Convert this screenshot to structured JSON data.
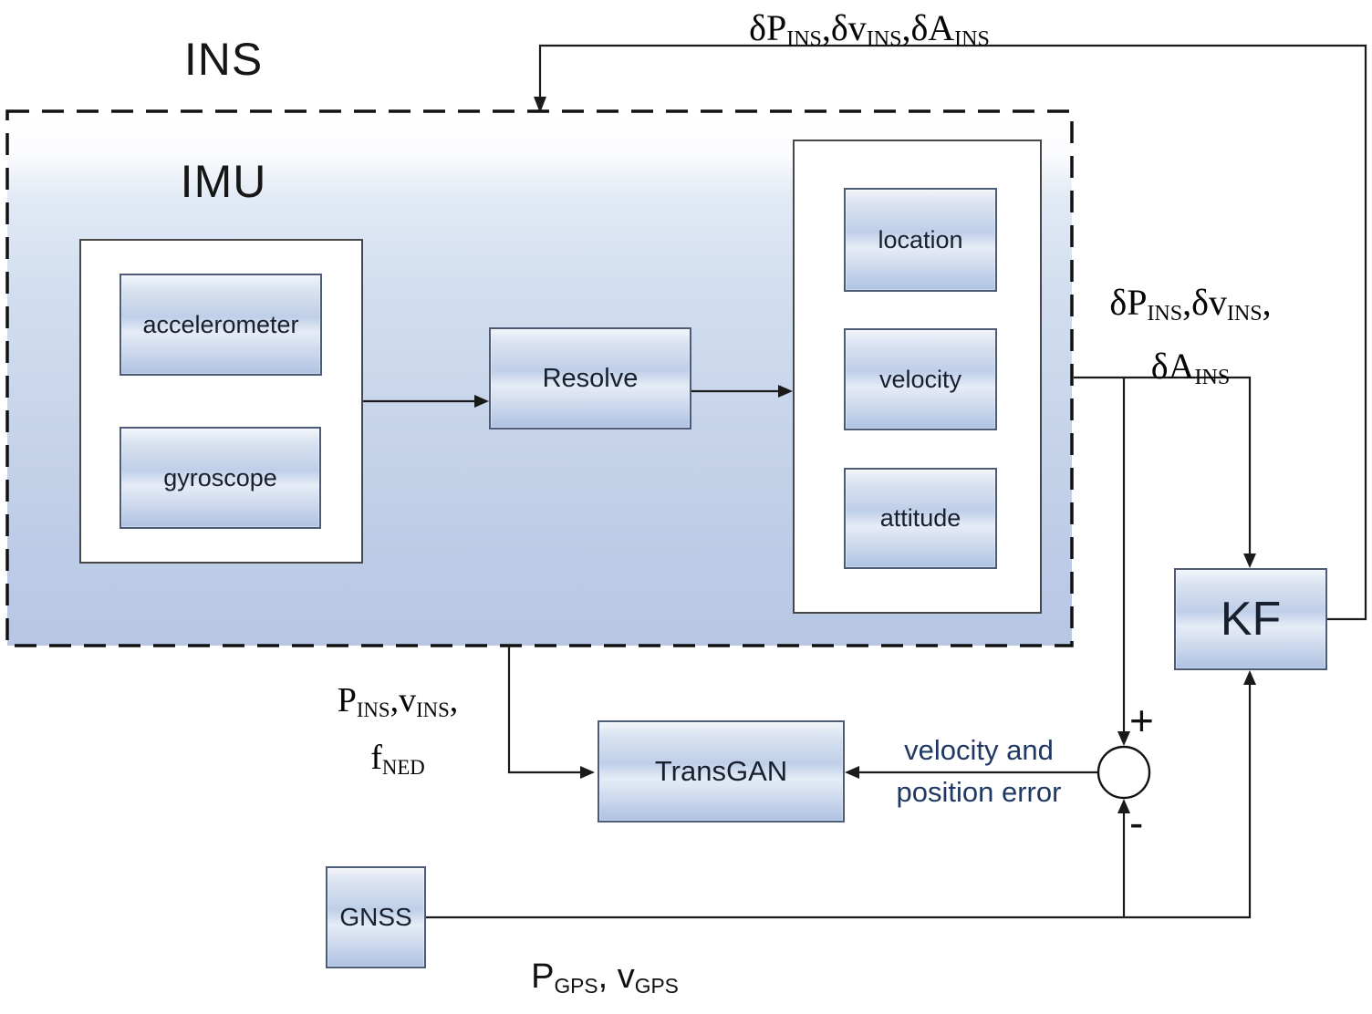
{
  "diagram": {
    "ins_title": "INS",
    "imu_title": "IMU",
    "boxes": {
      "accelerometer": "accelerometer",
      "gyroscope": "gyroscope",
      "resolve": "Resolve",
      "location": "location",
      "velocity": "velocity",
      "attitude": "attitude",
      "kf": "KF",
      "transgan": "TransGAN",
      "gnss": "GNSS"
    },
    "labels": {
      "top_feedback": [
        {
          "t": "δP"
        },
        {
          "t": "INS",
          "sub": true
        },
        {
          "t": ",δv"
        },
        {
          "t": "INS",
          "sub": true
        },
        {
          "t": ",δA"
        },
        {
          "t": "INS",
          "sub": true
        }
      ],
      "right_feedback_line1": [
        {
          "t": "δP"
        },
        {
          "t": "INS",
          "sub": true
        },
        {
          "t": ",δv"
        },
        {
          "t": "INS",
          "sub": true
        },
        {
          "t": ","
        }
      ],
      "right_feedback_line2": [
        {
          "t": "δA"
        },
        {
          "t": "INS",
          "sub": true
        }
      ],
      "ins_nav_line1": [
        {
          "t": "P"
        },
        {
          "t": "INS",
          "sub": true
        },
        {
          "t": ",v"
        },
        {
          "t": "INS",
          "sub": true
        },
        {
          "t": ","
        }
      ],
      "ins_nav_line2": [
        {
          "t": "f"
        },
        {
          "t": "NED",
          "sub": true
        }
      ],
      "error_line1": "velocity and",
      "error_line2": "position error",
      "gps_output": [
        {
          "t": "P"
        },
        {
          "t": "GPS",
          "sub": true
        },
        {
          "t": ", v"
        },
        {
          "t": "GPS",
          "sub": true
        }
      ],
      "plus_sign": "+",
      "minus_sign": "-"
    },
    "colors": {
      "line": "#1a1a1a",
      "box_border": "#4d5b76",
      "box_fill_top": "#f2f5fa",
      "box_fill_bottom": "#aec2e1",
      "ins_region_top": "#ffffff",
      "ins_region_bottom": "#b7c7e4",
      "error_text": "#1f3864"
    }
  }
}
